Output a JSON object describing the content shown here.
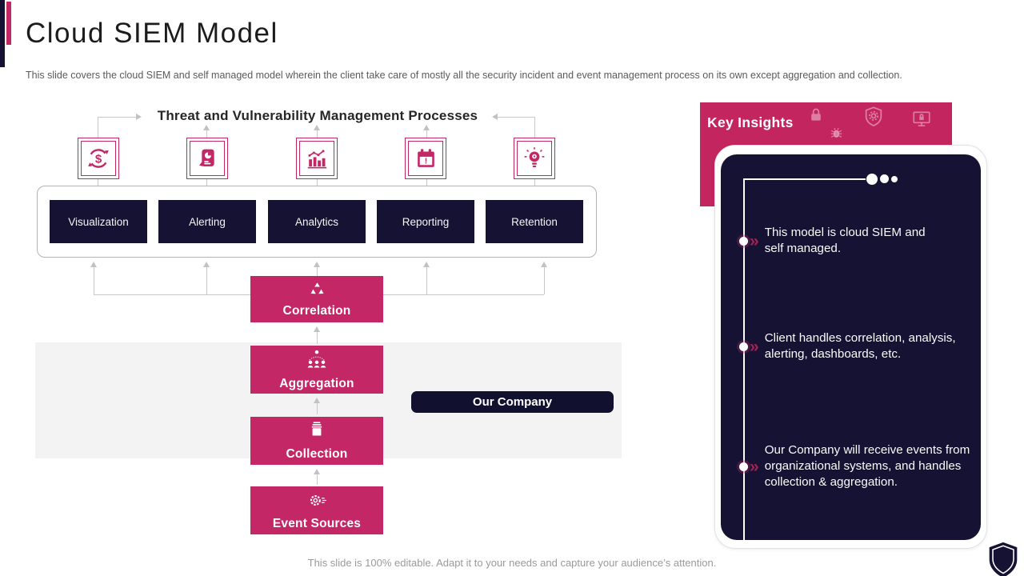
{
  "slide": {
    "title": "Cloud SIEM Model",
    "subtitle": "This slide covers the cloud SIEM  and self managed model wherein the client take care of mostly all the security incident and event management process on its own except aggregation and collection.",
    "footer": "This slide is 100% editable. Adapt it to your needs and capture your audience’s attention."
  },
  "diagram": {
    "heading": "Threat and Vulnerability Management Processes",
    "process_icons": [
      "cost-cycle-icon",
      "report-icon",
      "analytics-icon",
      "calendar-alert-icon",
      "idea-icon"
    ],
    "process_boxes": [
      {
        "label": "Visualization"
      },
      {
        "label": "Alerting"
      },
      {
        "label": "Analytics"
      },
      {
        "label": "Reporting"
      },
      {
        "label": "Retention"
      }
    ],
    "flow_boxes": [
      {
        "label": "Correlation",
        "icon": "recycle-icon"
      },
      {
        "label": "Aggregation",
        "icon": "hierarchy-icon"
      },
      {
        "label": "Collection",
        "icon": "archive-box-icon"
      },
      {
        "label": "Event Sources",
        "icon": "gear-icon"
      }
    ],
    "company_label": "Our Company"
  },
  "insights": {
    "header": "Key Insights",
    "header_icons": [
      "lock-icon",
      "bug-icon",
      "shield-gear-icon",
      "monitor-lock-icon"
    ],
    "marker_glyph": "»",
    "bullets": [
      "This model is cloud SIEM and self managed.",
      "Client handles correlation,  analysis, alerting, dashboards, etc.",
      "Our Company will receive events from organizational systems, and handles collection & aggregation."
    ]
  },
  "colors": {
    "pink": "#c32766",
    "navy": "#151233",
    "band_gray": "#f3f3f3",
    "connector_gray": "#c9c9c9"
  }
}
